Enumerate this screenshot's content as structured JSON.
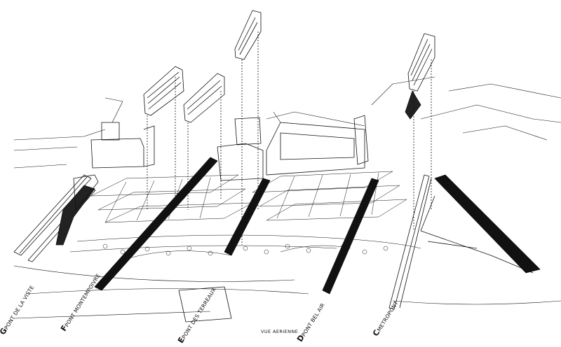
{
  "caption": "VUE AERIENNE",
  "bridges": [
    {
      "key": "G",
      "name": "PONT DE LA VISTE"
    },
    {
      "key": "F",
      "name": "PONT MONTEMPOIVRE"
    },
    {
      "key": "E",
      "name": "PONT DES TERREAUX"
    },
    {
      "key": "D",
      "name": "PONT BEL AIR"
    },
    {
      "key": "C",
      "name": "METROPONT"
    }
  ]
}
